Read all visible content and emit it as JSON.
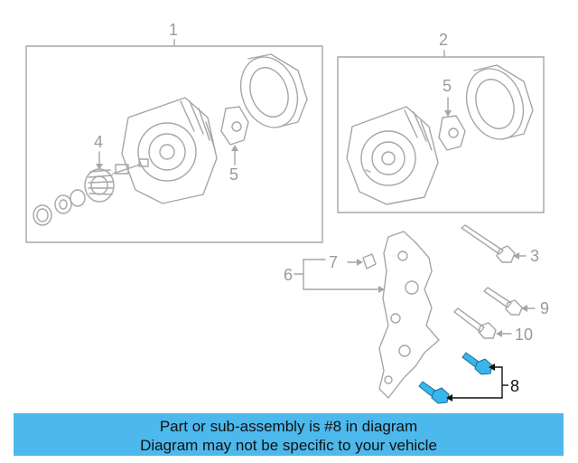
{
  "callouts": {
    "c1": "1",
    "c2": "2",
    "c3": "3",
    "c4": "4",
    "c5a": "5",
    "c5b": "5",
    "c6": "6",
    "c7": "7",
    "c8": "8",
    "c9": "9",
    "c10": "10"
  },
  "banner": {
    "line1": "Part or sub-assembly is #8 in diagram",
    "line2": "Diagram may not be specific to your vehicle"
  },
  "colors": {
    "line": "#a6a6a6",
    "highlight_part": "#38b6ea",
    "banner_bg": "#4db8ec",
    "highlight_text": "#111111"
  },
  "highlighted_callout": "8"
}
